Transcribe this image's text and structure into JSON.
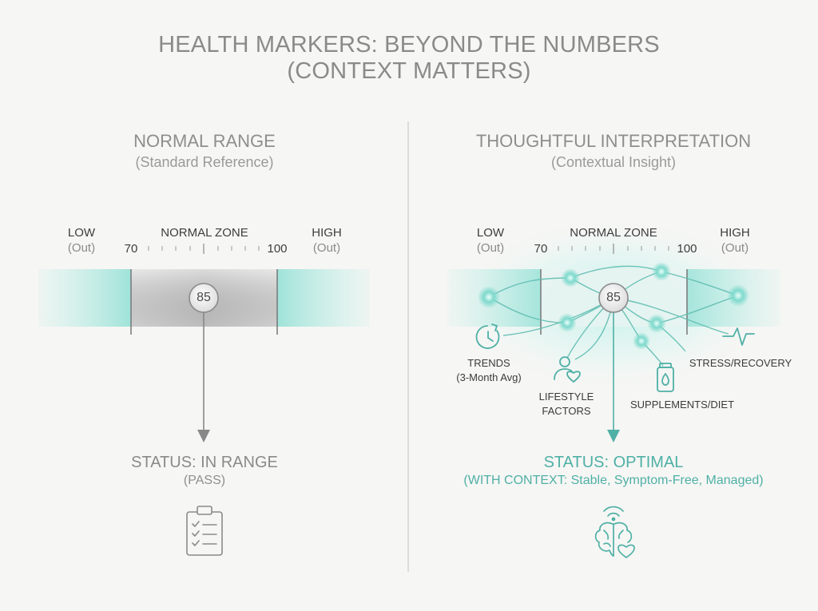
{
  "title": {
    "line1": "HEALTH MARKERS: BEYOND THE NUMBERS",
    "line2": "(CONTEXT MATTERS)"
  },
  "left_panel": {
    "heading": "NORMAL RANGE",
    "subheading": "(Standard Reference)",
    "low_label": "LOW",
    "low_sub": "(Out)",
    "normal_label": "NORMAL ZONE",
    "high_label": "HIGH",
    "high_sub": "(Out)",
    "range_min": "70",
    "range_max": "100",
    "marker_value": "85",
    "status": "STATUS: IN RANGE",
    "status_sub": "(PASS)",
    "status_icon": "clipboard-checklist-icon"
  },
  "right_panel": {
    "heading": "THOUGHTFUL INTERPRETATION",
    "subheading": "(Contextual Insight)",
    "low_label": "LOW",
    "low_sub": "(Out)",
    "normal_label": "NORMAL ZONE",
    "high_label": "HIGH",
    "high_sub": "(Out)",
    "range_min": "70",
    "range_max": "100",
    "marker_value": "85",
    "factors": {
      "trends": "TRENDS",
      "trends_sub": "(3-Month Avg)",
      "lifestyle_1": "LIFESTYLE",
      "lifestyle_2": "FACTORS",
      "supplements": "SUPPLEMENTS/DIET",
      "stress": "STRESS/RECOVERY"
    },
    "status": "STATUS: OPTIMAL",
    "status_sub": "(WITH CONTEXT: Stable, Symptom-Free, Managed)",
    "status_icon": "brain-heart-icon"
  },
  "colors": {
    "teal": "#4fb0a6",
    "teal_light": "#9fe3d9",
    "gray_text": "#8a8a8a"
  }
}
